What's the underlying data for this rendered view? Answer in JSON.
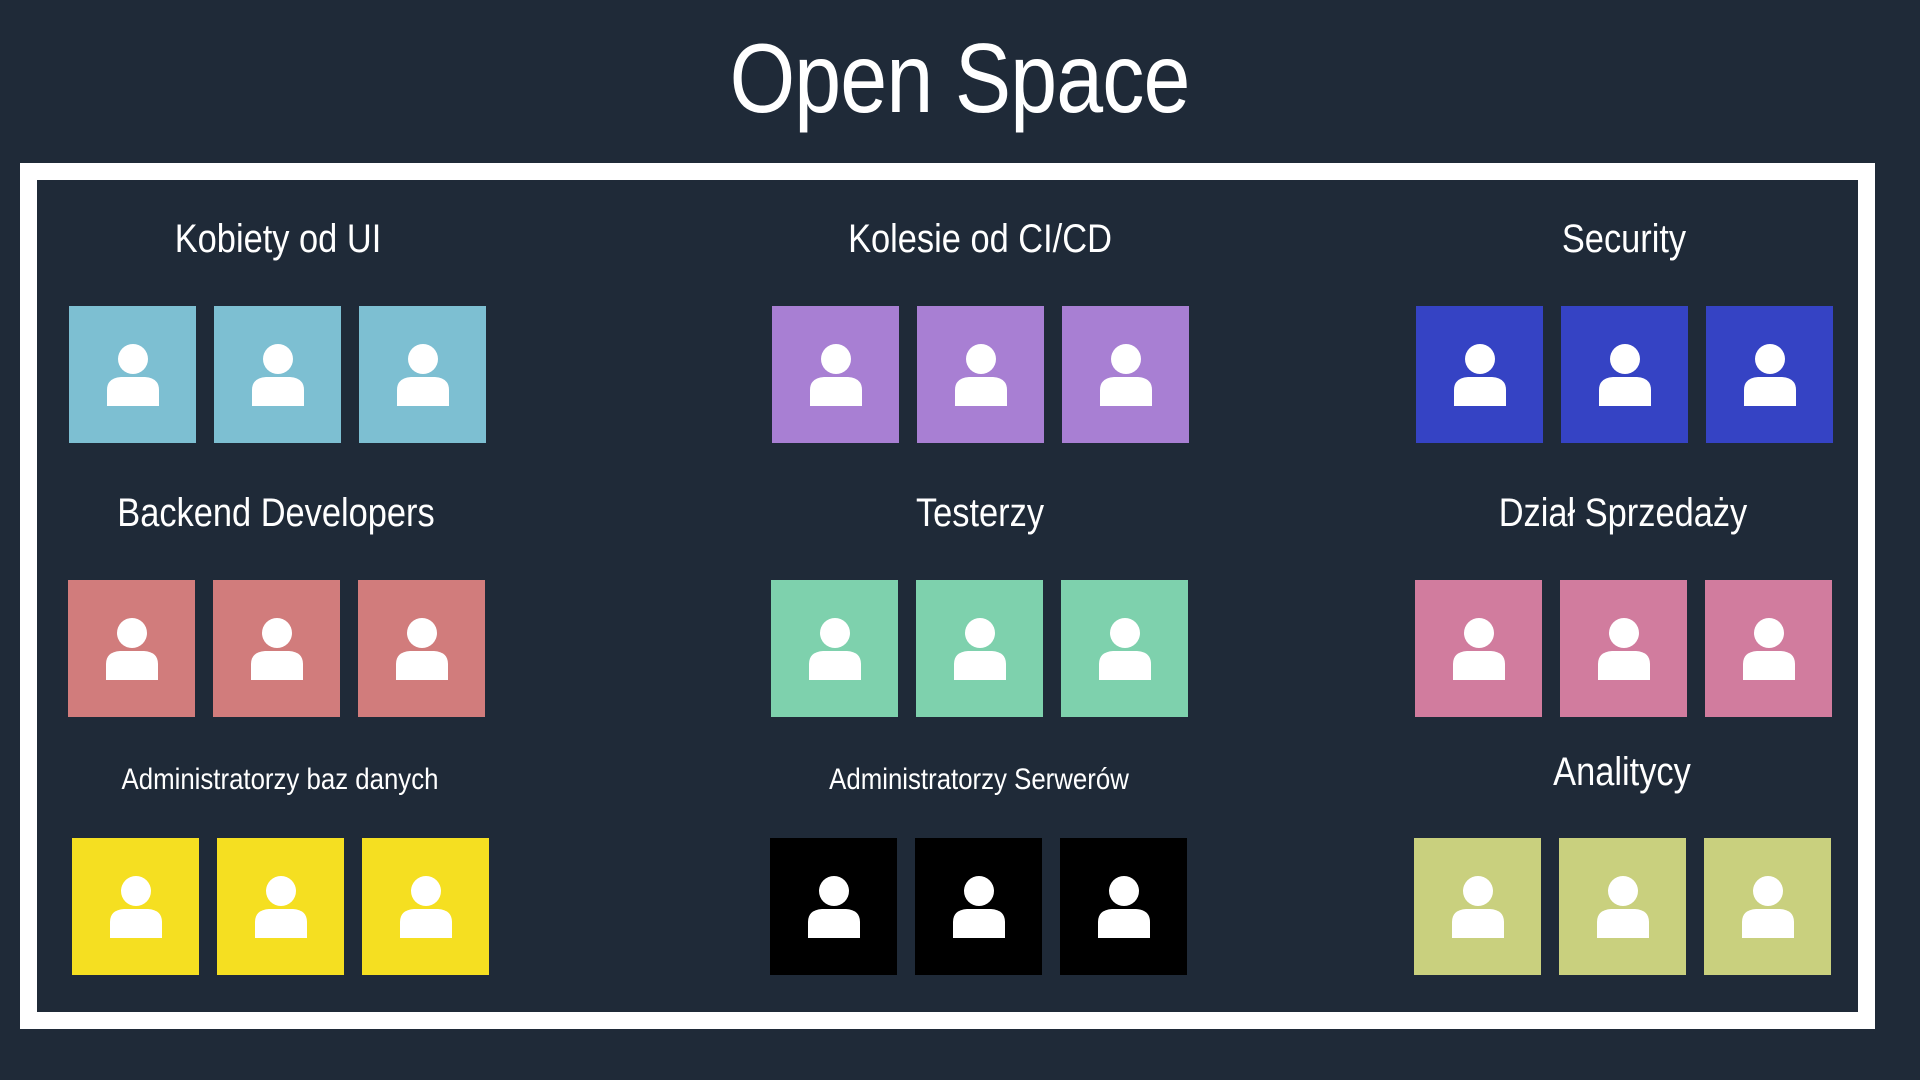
{
  "title": "Open Space",
  "teams": [
    {
      "label": "Kobiety od UI",
      "color": "#7dbfd2",
      "desks": 3
    },
    {
      "label": "Kolesie od CI/CD",
      "color": "#a87fd3",
      "desks": 3
    },
    {
      "label": "Security",
      "color": "#3543c4",
      "desks": 3
    },
    {
      "label": "Backend Developers",
      "color": "#d17c7c",
      "desks": 3
    },
    {
      "label": "Testerzy",
      "color": "#7ed1ad",
      "desks": 3
    },
    {
      "label": "Dział Sprzedaży",
      "color": "#d17c9e",
      "desks": 3
    },
    {
      "label": "Administratorzy baz danych",
      "color": "#f5df21",
      "desks": 3
    },
    {
      "label": "Administratorzy Serwerów",
      "color": "#000000",
      "desks": 3
    },
    {
      "label": "Analitycy",
      "color": "#c9d07e",
      "desks": 3
    }
  ],
  "icon": "person-icon"
}
